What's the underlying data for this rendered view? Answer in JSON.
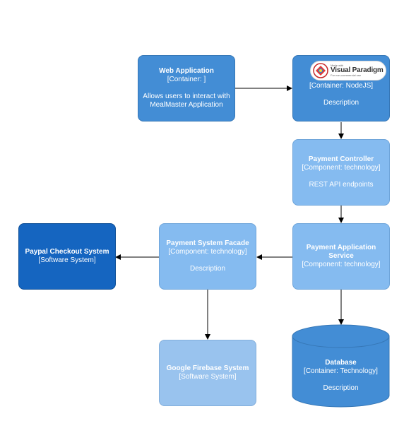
{
  "colors": {
    "dark": "#1565c0",
    "mid": "#438dd5",
    "light": "#85bbf0",
    "pale": "#99c3ee",
    "arrow": "#000000"
  },
  "nodes": {
    "web_application": {
      "title": "Web Application",
      "type": "[Container: ]",
      "description_line1": "Allows users to interact with",
      "description_line2": "MealMaster Application"
    },
    "api_container": {
      "type": "[Container: NodeJS]",
      "description": "Description"
    },
    "payment_controller": {
      "title": "Payment Controller",
      "type": "[Component: technology]",
      "description": "REST API endpoints"
    },
    "payment_application_service": {
      "title_line1": "Payment Application",
      "title_line2": "Service",
      "type": "[Component: technology]"
    },
    "payment_system_facade": {
      "title": "Payment System Facade",
      "type": "[Component: technology]",
      "description": "Description"
    },
    "paypal_checkout": {
      "title": "Paypal Checkout System",
      "type": "[Software System]"
    },
    "google_firebase": {
      "title": "Google Firebase System",
      "type": "[Software System]"
    },
    "database": {
      "title": "Database",
      "type": "[Container: Technology]",
      "description": "Description"
    }
  },
  "watermark": {
    "small_top": "Made with",
    "brand": "Visual Paradigm",
    "small_bottom": "For non-commercial use",
    "icon": "visual-paradigm-logo-icon"
  }
}
